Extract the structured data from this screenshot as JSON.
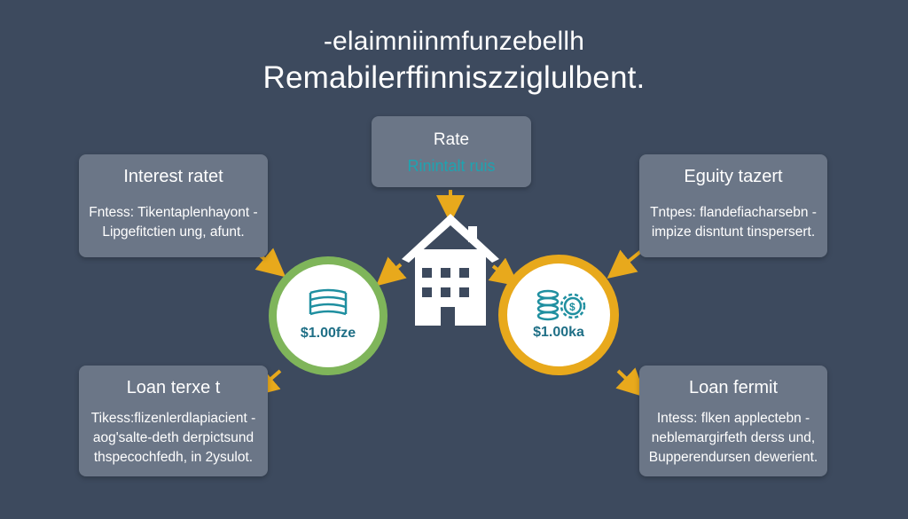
{
  "title": {
    "line1": "-elaimniinmfunzebellh",
    "line2": "Remabilerffinniszziglulbent."
  },
  "rate_box": {
    "title": "Rate",
    "subtitle": "Rinintalt ruis"
  },
  "boxes": {
    "top_left": {
      "title": "Interest ratet",
      "lines": [
        "Fntess: Tikentaplenhayont -",
        "Lipgefitctien ung, afunt."
      ]
    },
    "top_right": {
      "title": "Eguity tazert",
      "lines": [
        "Tntpes: flandefiacharsebn -",
        "impize disntunt tinspersert."
      ]
    },
    "bottom_left": {
      "title": "Loan terxe t",
      "lines": [
        "Tikess:flizenlerdlapiacient -",
        "aog'salte-deth derpictsund",
        "thspecochfedh, in 2ysulot."
      ]
    },
    "bottom_right": {
      "title": "Loan fermit",
      "lines": [
        "Intess: flken applectebn -",
        "neblemargirfeth derss und,",
        "Bupperendursen dewerient."
      ]
    }
  },
  "circles": {
    "left": {
      "amount": "$1.00fze",
      "ring_color": "#7fb55a"
    },
    "right": {
      "amount": "$1.00ka",
      "ring_color": "#e8a91c"
    }
  },
  "colors": {
    "background": "#3d4a5e",
    "box": "#6b7687",
    "arrow": "#e8a91c",
    "accent_teal": "#1fa3b0"
  },
  "icons": {
    "house": "house-icon",
    "left_circle": "banknotes-icon",
    "right_circle": "money-gear-icon"
  }
}
